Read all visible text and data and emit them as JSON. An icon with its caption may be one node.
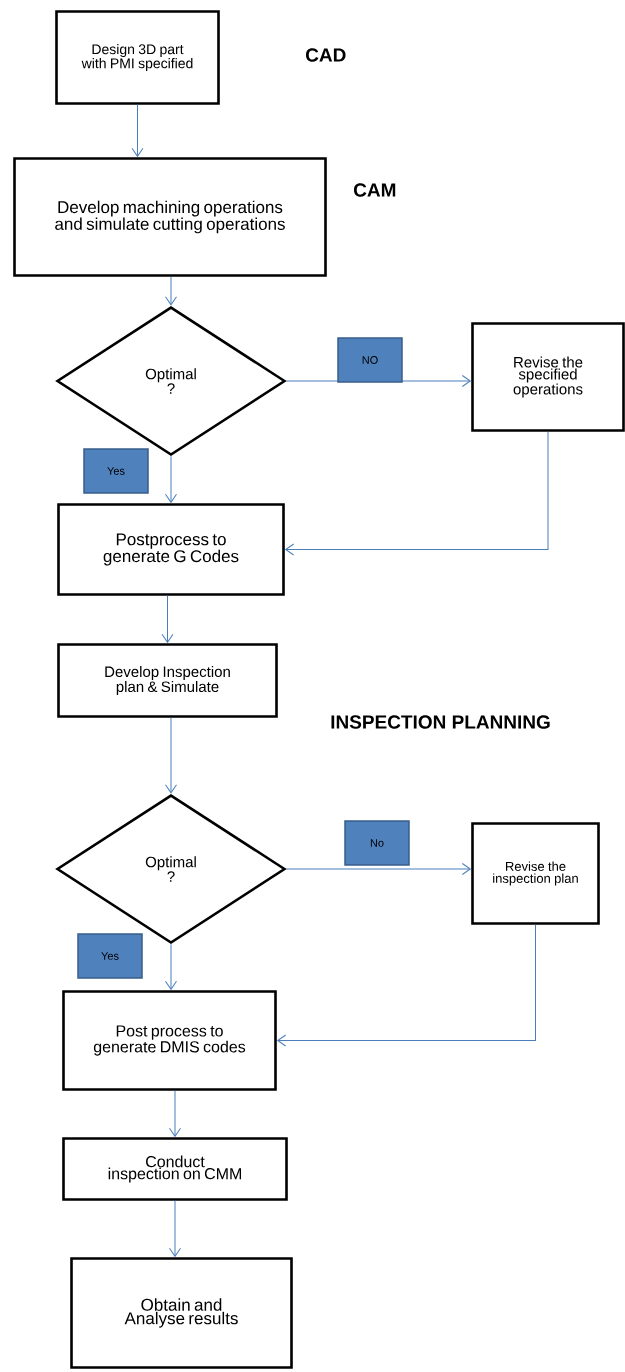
{
  "diagram": {
    "nodes": [
      {
        "text": [
          "Design 3D part with PMI specified"
        ]
      },
      {
        "text": [
          "Develop machining operations and simulate cutting operations"
        ]
      },
      {
        "text": [
          "Optimal ?"
        ]
      },
      {
        "text": [
          "Revise the specified operations"
        ]
      },
      {
        "text": [
          "Postprocess to generate G Codes"
        ]
      },
      {
        "text": [
          "Develop Inspection plan & Simulate"
        ]
      },
      {
        "text": [
          "Optimal ?"
        ]
      },
      {
        "text": [
          "Revise the inspection plan"
        ]
      },
      {
        "text": [
          "Post process to generate DMIS codes"
        ]
      },
      {
        "text": [
          "Conduct inspection on CMM"
        ]
      },
      {
        "text": [
          "Obtain and Analyse results"
        ]
      }
    ],
    "edges": [
      {
        "from": 0,
        "to": 1,
        "arrow": "to"
      },
      {
        "from": 1,
        "to": 2,
        "arrow": "to"
      },
      {
        "from": 2,
        "to": 3,
        "arrow": "to",
        "label": "NO"
      },
      {
        "from": 2,
        "to": 4,
        "arrow": "to",
        "label": "Yes"
      },
      {
        "from": 3,
        "to": 4,
        "arrow": "to"
      },
      {
        "from": 4,
        "to": 5,
        "arrow": "to"
      },
      {
        "from": 5,
        "to": 6,
        "arrow": "to"
      },
      {
        "from": 6,
        "to": 7,
        "arrow": "to",
        "label": "No"
      },
      {
        "from": 6,
        "to": 8,
        "arrow": "to",
        "label": "Yes"
      },
      {
        "from": 7,
        "to": 8,
        "arrow": "to"
      },
      {
        "from": 8,
        "to": 9,
        "arrow": "to"
      },
      {
        "from": 9,
        "to": 10,
        "arrow": "to"
      }
    ],
    "labels": [
      "CAD",
      "CAM",
      "INSPECTION PLANNING"
    ]
  }
}
